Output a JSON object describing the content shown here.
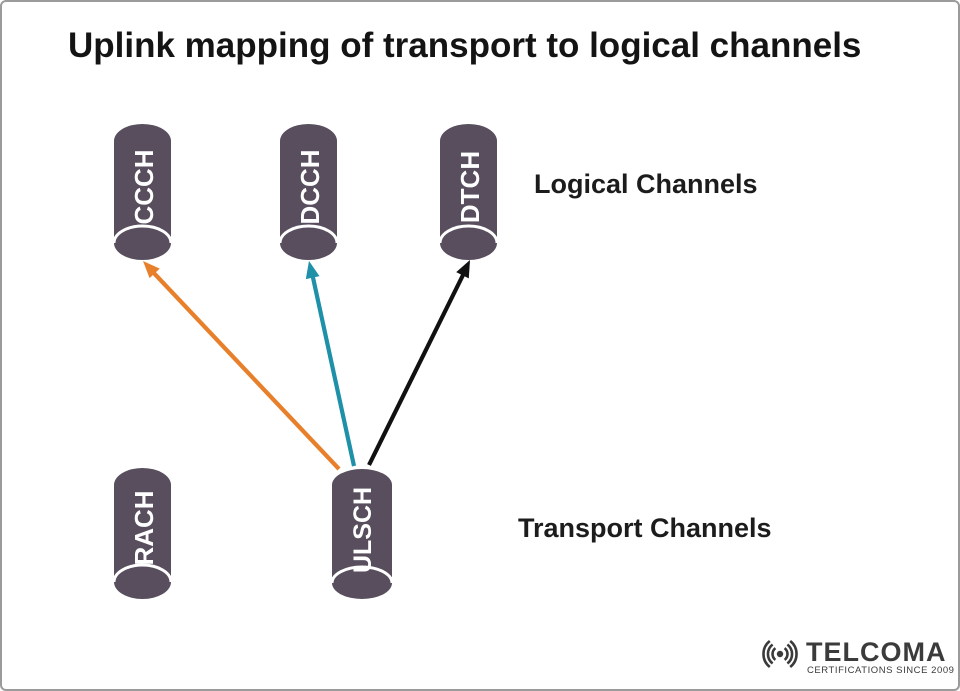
{
  "page": {
    "title": "Uplink mapping of transport to logical channels",
    "background_color": "#ffffff",
    "border_color": "#9b9b9b"
  },
  "diagram": {
    "cylinder_color": "#584e5e",
    "cylinder_text_color": "#ffffff",
    "logical_group_label": "Logical Channels",
    "transport_group_label": "Transport Channels",
    "logical_channels": [
      {
        "label": "CCCH"
      },
      {
        "label": "DCCH"
      },
      {
        "label": "DTCH"
      }
    ],
    "transport_channels": [
      {
        "label": "RACH"
      },
      {
        "label": "ULSCH"
      }
    ],
    "arrows": [
      {
        "from": "ULSCH",
        "to": "CCCH",
        "color": "#e8802b"
      },
      {
        "from": "ULSCH",
        "to": "DCCH",
        "color": "#1e90a8"
      },
      {
        "from": "ULSCH",
        "to": "DTCH",
        "color": "#111111"
      }
    ]
  },
  "logo": {
    "brand": "TELCOMA",
    "tagline": "CERTIFICATIONS SINCE 2009",
    "color": "#3b3b3b",
    "icon": "broadcast-waves-icon"
  }
}
